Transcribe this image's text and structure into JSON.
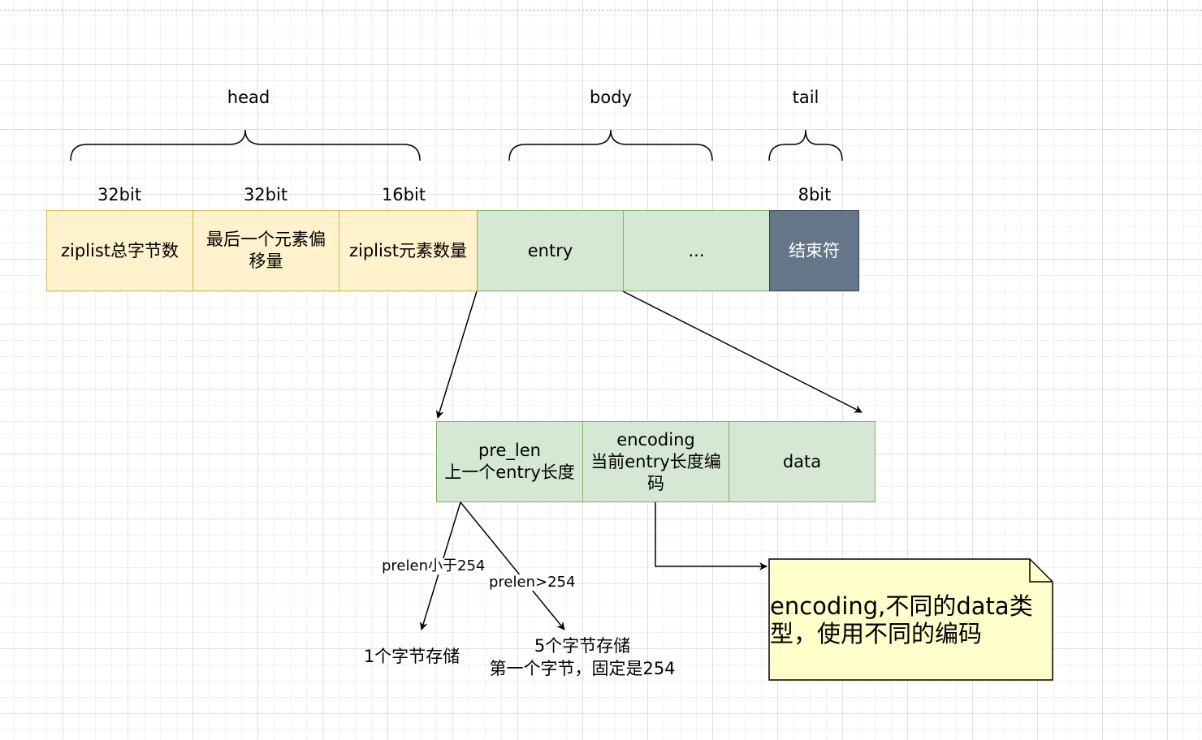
{
  "sections": {
    "head": "head",
    "body": "body",
    "tail": "tail"
  },
  "bit_labels": {
    "total_bytes": "32bit",
    "tail_offset": "32bit",
    "entry_count": "16bit",
    "end": "8bit"
  },
  "ziplist": {
    "total_bytes": "ziplist总字节数",
    "tail_offset": "最后一个元素偏\n移量",
    "entry_count": "ziplist元素数量",
    "entry": "entry",
    "ellipsis": "...",
    "end": "结束符"
  },
  "entry_parts": {
    "pre_len": "pre_len\n上一个entry长度",
    "encoding": "encoding\n当前entry长度编\n码",
    "data": "data"
  },
  "edges": {
    "small": "prelen小于254",
    "large": "prelen>254"
  },
  "results": {
    "one_byte": "1个字节存储",
    "five_bytes": "5个字节存储\n第一个字节，固定是254"
  },
  "note": "encoding,不同的data类型，使用不同的编码",
  "colors": {
    "yellow_fill": "#fff2cc",
    "yellow_stroke": "#d6b656",
    "green_fill": "#d5e8d4",
    "green_stroke": "#82b366",
    "dark_fill": "#647687",
    "note_fill": "#ffffcc"
  }
}
